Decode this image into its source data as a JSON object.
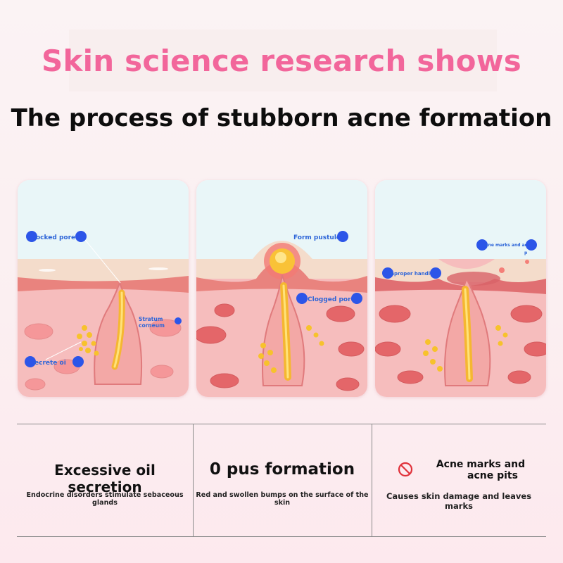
{
  "headline": "Skin science research shows",
  "subtitle": "The process of stubborn acne formation",
  "panels": [
    {
      "labels": {
        "blocked_pores": "ocked pore",
        "stratum_line1": "Stratum",
        "stratum_line2": "corneum",
        "secrete_oil": "ecrete oi"
      }
    },
    {
      "labels": {
        "form_pustule": "Form pustule",
        "clogged_pores": "Clogged pore"
      }
    },
    {
      "labels": {
        "acne_marks": "cne marks and ac",
        "acne_marks_tail": "p",
        "improper_handling": "nproper handlin"
      }
    }
  ],
  "captions": [
    {
      "title": "Excessive oil secretion",
      "description": "Endocrine disorders stimulate sebaceous glands"
    },
    {
      "title": "0 pus formation",
      "description": "Red and swollen bumps on the surface of the skin"
    },
    {
      "title_line1": "Acne marks and",
      "title_line2": "acne pits",
      "description": "Causes skin damage and leaves marks",
      "icon": "prohibited-icon"
    }
  ],
  "colors": {
    "headline": "#f2669b",
    "label_blue": "#2c64d8",
    "skin_pink": "#f7b2b3",
    "dermis_red": "#e36e72",
    "gland_gold": "#f4b81e"
  }
}
